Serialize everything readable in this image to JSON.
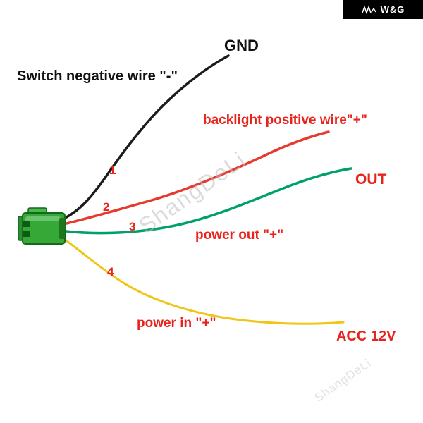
{
  "brand": {
    "logo_text": "W&G",
    "logo_icon": "zigzag-logo-icon"
  },
  "watermark": {
    "center_text": "ShangDeLi",
    "bottom_text": "ShangDeLi"
  },
  "labels": {
    "gnd": "GND",
    "switch_negative_prefix": "Switch negative wire ",
    "switch_negative_suffix": "\"-\"",
    "backlight_positive": "backlight positive wire\"+\"",
    "out": "OUT",
    "power_out": "power out \"+\"",
    "power_in": "power in \"+\"",
    "acc_12v": "ACC 12V"
  },
  "pins": [
    "1",
    "2",
    "3",
    "4"
  ],
  "colors": {
    "black_wire": "#1c1c1c",
    "red_wire": "#e63a2e",
    "green_wire": "#00a06a",
    "yellow_wire": "#f0c516",
    "label_red": "#e8231c",
    "connector_green": "#35a838"
  }
}
